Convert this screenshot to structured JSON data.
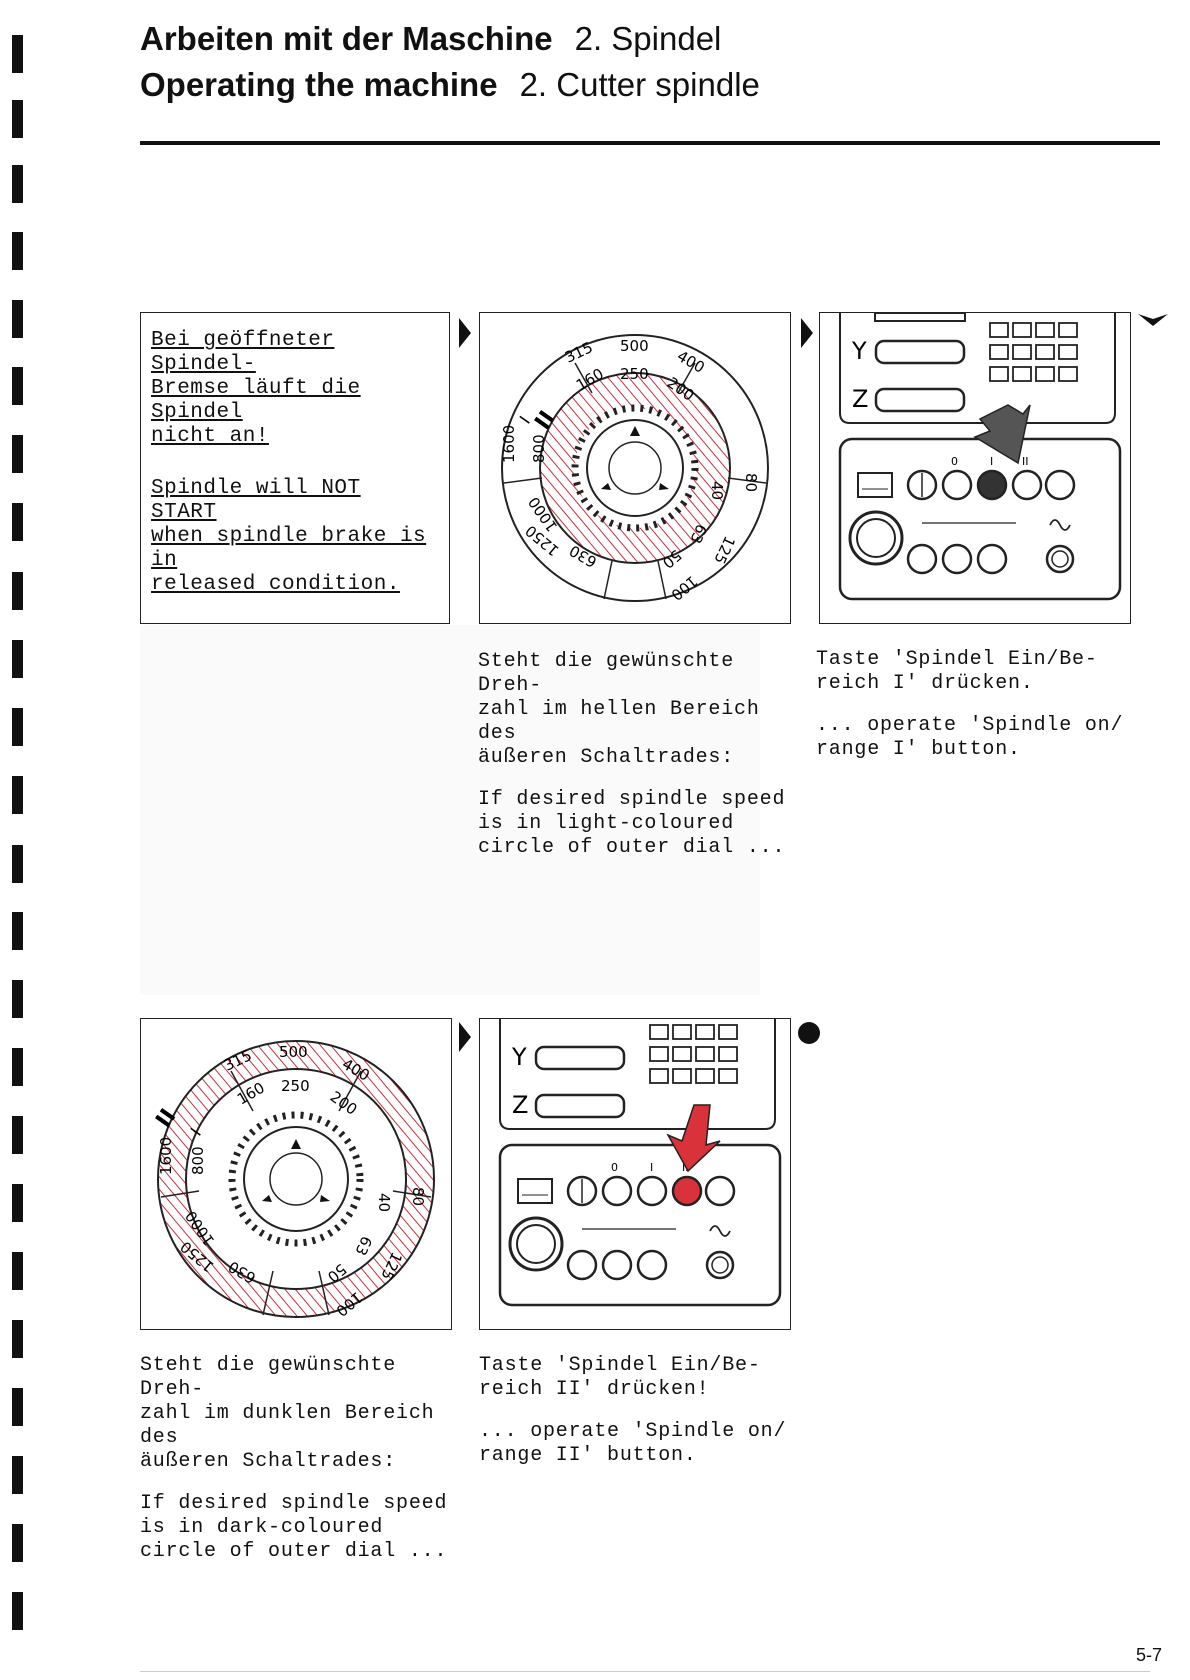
{
  "header": {
    "line1_bold": "Arbeiten mit der Maschine",
    "line1_sub": "2. Spindel",
    "line2_bold": "Operating the machine",
    "line2_sub": "2. Cutter spindle"
  },
  "notice": {
    "de": [
      "Bei geöffneter Spindel-",
      "Bremse läuft die Spindel",
      "nicht an!"
    ],
    "en": [
      "Spindle will NOT START",
      "when spindle brake is in",
      "released condition."
    ]
  },
  "dial": {
    "roman_one": "I",
    "roman_two": "II",
    "outer_labels": [
      "315",
      "500",
      "400",
      "80",
      "125",
      "100",
      "1250",
      "1600"
    ],
    "inner_labels": [
      "160",
      "250",
      "200",
      "40",
      "63",
      "50",
      "630",
      "1000",
      "800"
    ]
  },
  "panel": {
    "axis_y": "Y",
    "axis_z": "Z",
    "pos_zero": "0",
    "pos_one": "I",
    "pos_two": "II"
  },
  "captions": {
    "light_de": [
      "Steht die gewünschte Dreh-",
      "zahl im hellen Bereich des",
      "äußeren Schaltrades:"
    ],
    "light_en": [
      "If desired spindle speed",
      "is in light-coloured",
      "circle of outer dial ..."
    ],
    "range1_de": [
      "Taste 'Spindel Ein/Be-",
      "reich I' drücken."
    ],
    "range1_en": [
      "... operate 'Spindle on/",
      "range I' button."
    ],
    "dark_de": [
      "Steht die gewünschte Dreh-",
      "zahl im dunklen Bereich des",
      "äußeren Schaltrades:"
    ],
    "dark_en": [
      "If desired spindle speed",
      "is in dark-coloured",
      "circle of outer dial ..."
    ],
    "range2_de": [
      "Taste 'Spindel Ein/Be-",
      "reich II' drücken!"
    ],
    "range2_en": [
      "... operate 'Spindle on/",
      "range II' button."
    ]
  },
  "colors": {
    "hatch": "#c8323c",
    "arrow_gray": "#555555",
    "arrow_red": "#d9323a"
  },
  "footer": {
    "page_number": "5-7"
  }
}
